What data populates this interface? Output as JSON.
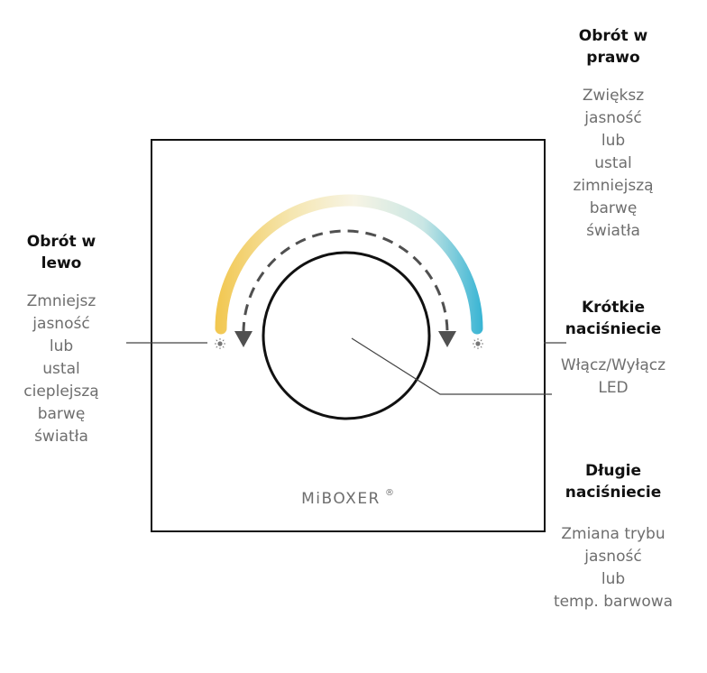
{
  "left": {
    "title": [
      "Obrót w",
      "lewo"
    ],
    "desc": [
      "Zmniejsz",
      "jasność",
      "lub",
      "ustal",
      "cieplejszą",
      "barwę",
      "światła"
    ]
  },
  "right_top": {
    "title": [
      "Obrót w",
      "prawo"
    ],
    "desc": [
      "Zwiększ",
      "jasność",
      "lub",
      "ustal",
      "zimniejszą",
      "barwę",
      "światła"
    ]
  },
  "right_mid": {
    "title": [
      "Krótkie",
      "naciśniecie"
    ],
    "desc": [
      "Włącz/Wyłącz",
      "LED"
    ]
  },
  "right_bottom": {
    "title": [
      "Długie",
      "naciśniecie"
    ],
    "desc": [
      "Zmiana trybu",
      "jasność",
      "lub",
      "temp. barwowa"
    ]
  },
  "brand": {
    "name": "MiBOXER",
    "mark": "®"
  },
  "colors": {
    "warm": "#f2c750",
    "neutral": "#f7f4e4",
    "cool": "#3ab5d4",
    "panel_border": "#111111",
    "arrow": "#505050"
  },
  "icons": {
    "warm_end": "sun-icon",
    "cool_end": "sun-icon"
  }
}
